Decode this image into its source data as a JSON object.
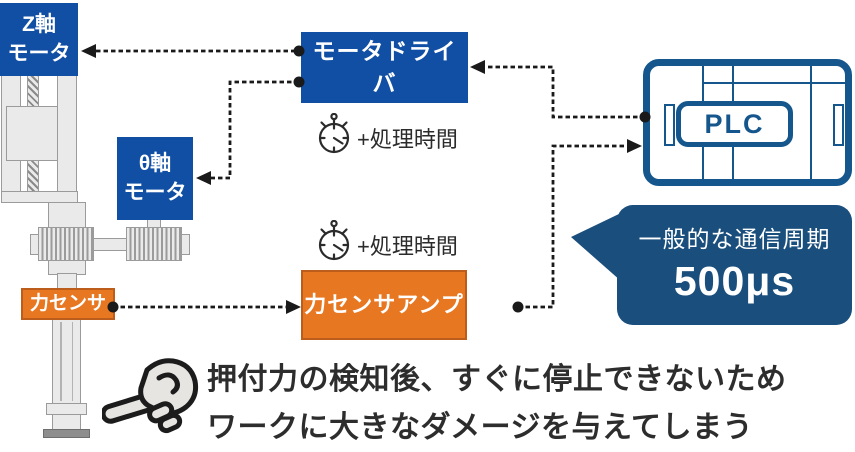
{
  "diagram": {
    "z_motor_box": {
      "line1": "Z軸",
      "line2": "モータ"
    },
    "theta_motor_box": {
      "line1": "θ軸",
      "line2": "モータ"
    },
    "motor_driver_box": {
      "label": "モータドライバ"
    },
    "force_sensor_box": {
      "label": "力センサ"
    },
    "force_amp_box": {
      "label": "力センサアンプ"
    },
    "plc": {
      "label": "PLC"
    },
    "processing_time_upper": {
      "label": "+処理時間"
    },
    "processing_time_lower": {
      "label": "+処理時間"
    }
  },
  "callout": {
    "title": "一般的な通信周期",
    "value": "500μs"
  },
  "caption": {
    "line1": "押付力の検知後、すぐに停止できないため",
    "line2": "ワークに大きなダメージを与えてしまう"
  },
  "colors": {
    "box_blue": "#104FA3",
    "box_orange": "#E87722",
    "plc_blue": "#15568C",
    "callout_blue": "#1A4E7C",
    "wire_black": "#1A1A1A"
  },
  "icons": {
    "stopwatch_upper": "stopwatch-icon",
    "stopwatch_lower": "stopwatch-icon",
    "pointing_hand": "pointing-hand-icon"
  }
}
